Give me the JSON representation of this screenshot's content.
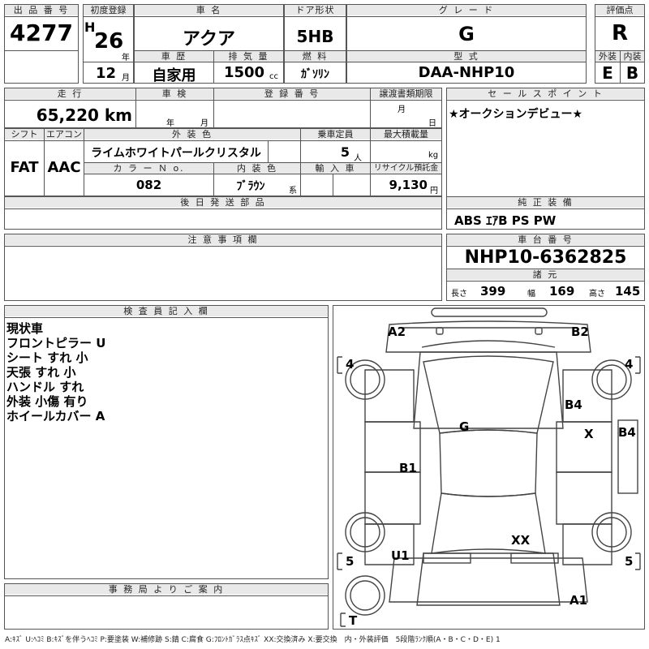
{
  "header": {
    "lot_label": "出 品 番 号",
    "lot_number": "4277",
    "first_reg_label": "初度登録",
    "era": "H",
    "year": "26",
    "year_unit": "年",
    "month": "12",
    "month_unit": "月",
    "name_label": "車 名",
    "car_name": "アクア",
    "door_label": "ドア形状",
    "door": "5HB",
    "grade_label": "グ レ ー ド",
    "grade": "G",
    "score_label": "評価点",
    "score": "R",
    "history_label": "車 歴",
    "history": "自家用",
    "displacement_label": "排 気 量",
    "displacement": "1500",
    "displacement_unit": "cc",
    "fuel_label": "燃 料",
    "fuel": "ｶﾞｿﾘﾝ",
    "model_label": "型 式",
    "model": "DAA-NHP10",
    "exterior_label": "外装",
    "exterior": "E",
    "interior_label": "内装",
    "interior": "B"
  },
  "row2": {
    "mileage_label": "走 行",
    "mileage": "65,220 km",
    "inspection_label": "車 検",
    "inspection_year_unit": "年",
    "inspection_month_unit": "月",
    "registration_label": "登 録 番 号",
    "transfer_label": "譲渡書類期限",
    "transfer_month_unit": "月",
    "transfer_day_unit": "日",
    "sales_point_label": "セ ー ル ス ポ イ ン ト",
    "sales_point": "★オークションデビュー★"
  },
  "row3": {
    "shift_label": "シフト",
    "shift": "FAT",
    "ac_label": "エアコン",
    "ac": "AAC",
    "color_label": "外 装 色",
    "color": "ライムホワイトパールクリスタル",
    "capacity_label": "乗車定員",
    "capacity": "5",
    "capacity_unit": "人",
    "load_label": "最大積載量",
    "load_unit": "kg",
    "color_no_label": "カ ラ ー Ｎ o.",
    "color_no": "082",
    "interior_color_label": "内 装 色",
    "interior_color": "ﾌﾞﾗｳﾝ",
    "interior_color_unit": "系",
    "import_label": "輸 入 車",
    "recycle_label": "リサイクル預託金",
    "recycle": "9,130",
    "recycle_unit": "円"
  },
  "later_parts_label": "後 日 発 送 部 品",
  "equipment_label": "純 正 装 備",
  "equipment": "ABS ｴｱB PS PW",
  "caution_label": "注 意 事 項 欄",
  "chassis_label": "車 台 番 号",
  "chassis": "NHP10-6362825",
  "specs_label": "諸 元",
  "length_label": "長さ",
  "length": "399",
  "width_label": "幅",
  "width": "169",
  "height_label": "高さ",
  "height": "145",
  "inspector_label": "検 査 員 記 入 欄",
  "inspector_notes": [
    "現状車",
    "フロントピラー U",
    "シート すれ 小",
    "天張 すれ 小",
    "ハンドル すれ",
    "外装 小傷 有り",
    "ホイールカバー A"
  ],
  "office_label": "事 務 局 よ り ご 案 内",
  "diagram": {
    "marks": [
      "A2",
      "B2",
      "4",
      "4",
      "B4",
      "X",
      "B4",
      "G",
      "B1",
      "XX",
      "U1",
      "5",
      "5",
      "A1",
      "T"
    ]
  },
  "footer": "A:ｷｽﾞ U:ﾍｺﾐ B:ｷｽﾞを伴うﾍｺﾐ P:要塗装 W:補修跡 S:錆 C:腐食 G:ﾌﾛﾝﾄｶﾞﾗｽ点ｷｽﾞ XX:交換済み X:要交換　内・外装評価　5段階ﾗﾝｸ順(A・B・C・D・E) 1"
}
